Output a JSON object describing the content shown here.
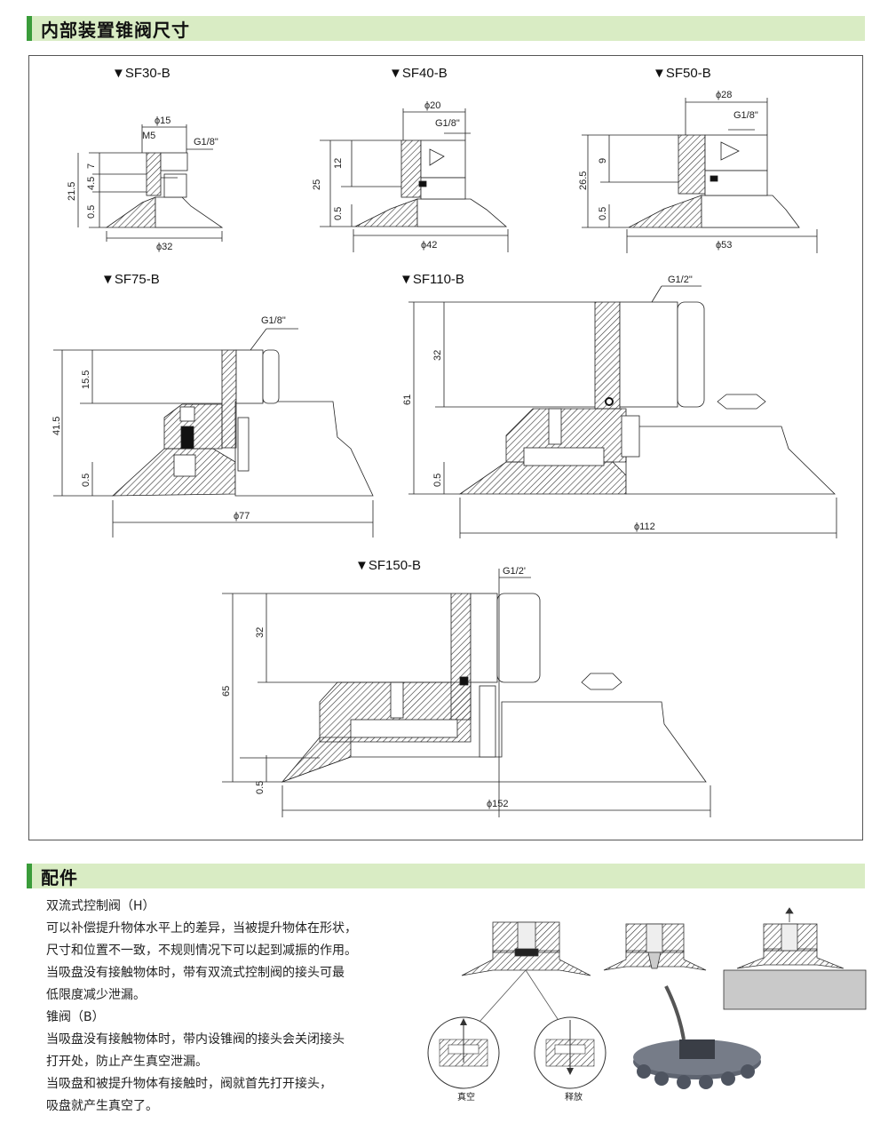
{
  "header": {
    "title": "内部装置锥阀尺寸"
  },
  "models": {
    "sf30": {
      "label": "▼SF30-B",
      "d": "ϕ32",
      "top_d": "ϕ15",
      "thread": "M5",
      "port": "G1/8\"",
      "h_total": "21.5",
      "h1": "7",
      "h2": "4.5",
      "h3": "0.5"
    },
    "sf40": {
      "label": "▼SF40-B",
      "d": "ϕ42",
      "top_d": "ϕ20",
      "port": "G1/8\"",
      "h_total": "25",
      "h1": "12",
      "h3": "0.5"
    },
    "sf50": {
      "label": "▼SF50-B",
      "d": "ϕ53",
      "top_d": "ϕ28",
      "port": "G1/8\"",
      "h_total": "26.5",
      "h1": "9",
      "h3": "0.5"
    },
    "sf75": {
      "label": "▼SF75-B",
      "d": "ϕ77",
      "port": "G1/8\"",
      "h_total": "41.5",
      "h1": "15.5",
      "h3": "0.5"
    },
    "sf110": {
      "label": "▼SF110-B",
      "d": "ϕ112",
      "port": "G1/2\"",
      "h_total": "61",
      "h1": "32",
      "h3": "0.5"
    },
    "sf150": {
      "label": "▼SF150-B",
      "d": "ϕ152",
      "port": "G1/2'",
      "h_total": "65",
      "h1": "32",
      "h3": "0.5"
    }
  },
  "accessories": {
    "title": "配件",
    "lines": [
      "双流式控制阀（H）",
      "可以补偿提升物体水平上的差异，当被提升物体在形状，",
      "尺寸和位置不一致，不规则情况下可以起到减振的作用。",
      "当吸盘没有接触物体时，带有双流式控制阀的接头可最",
      "低限度减少泄漏。",
      "锥阀（B）",
      "当吸盘没有接触物体时，带内设锥阀的接头会关闭接头",
      "打开处，防止产生真空泄漏。",
      "当吸盘和被提升物体有接触时，阀就首先打开接头，",
      "吸盘就产生真空了。"
    ],
    "caption_vacuum": "真空",
    "caption_release": "释放"
  },
  "colors": {
    "accent": "#3a9c3a",
    "bar": "#d9ecc4"
  }
}
